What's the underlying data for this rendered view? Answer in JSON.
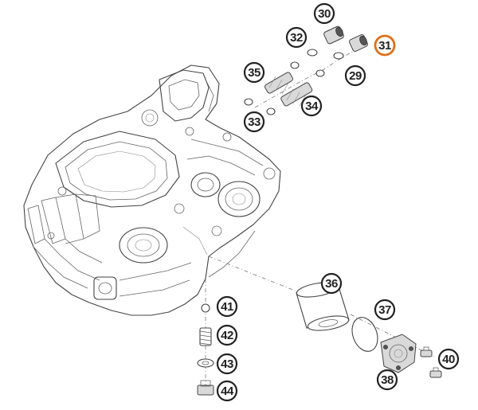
{
  "diagram": {
    "highlight_color": "#e0701a",
    "callouts": [
      {
        "id": "30",
        "label": "30",
        "part": "plug"
      },
      {
        "id": "31",
        "label": "31",
        "part": "plug",
        "highlighted": true
      },
      {
        "id": "32",
        "label": "32",
        "part": "seal-ring"
      },
      {
        "id": "29",
        "label": "29",
        "part": "seal-ring"
      },
      {
        "id": "35",
        "label": "35",
        "part": "screen"
      },
      {
        "id": "34",
        "label": "34",
        "part": "screen"
      },
      {
        "id": "33",
        "label": "33",
        "part": "seal-ring"
      },
      {
        "id": "36",
        "label": "36",
        "part": "filter-cartridge"
      },
      {
        "id": "37",
        "label": "37",
        "part": "o-ring"
      },
      {
        "id": "38",
        "label": "38",
        "part": "filter-cover"
      },
      {
        "id": "40",
        "label": "40",
        "part": "screw"
      },
      {
        "id": "41",
        "label": "41",
        "part": "ball"
      },
      {
        "id": "42",
        "label": "42",
        "part": "spring"
      },
      {
        "id": "43",
        "label": "43",
        "part": "washer"
      },
      {
        "id": "44",
        "label": "44",
        "part": "plug"
      }
    ]
  }
}
